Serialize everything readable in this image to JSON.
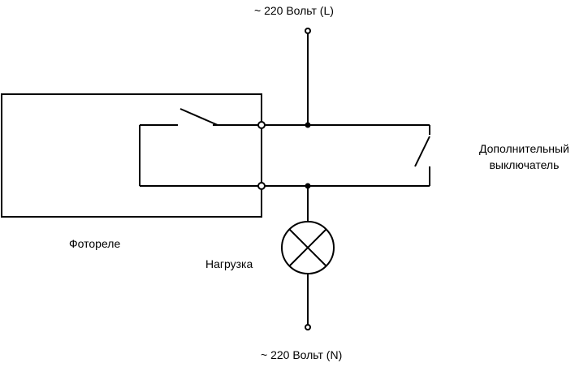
{
  "labels": {
    "supply_line": "~ 220 Вольт (L)",
    "supply_neutral": "~ 220 Вольт (N)",
    "photorelay": "Фотореле",
    "load": "Нагрузка",
    "extra_switch_line1": "Дополнительный",
    "extra_switch_line2": "выключатель"
  },
  "colors": {
    "line": "#000000",
    "background": "#ffffff"
  }
}
